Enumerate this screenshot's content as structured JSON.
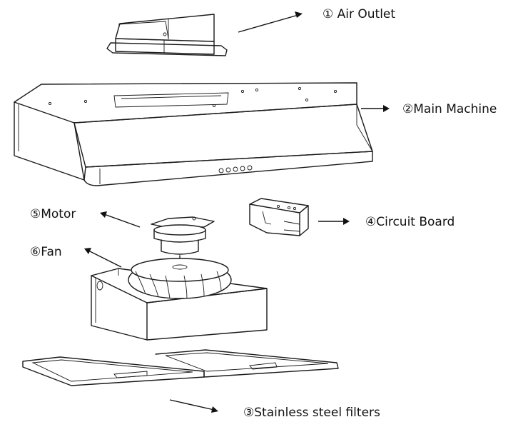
{
  "labels": {
    "air_outlet": "① Air Outlet",
    "main_machine": "②Main Machine",
    "filters": "③Stainless steel filters",
    "circuit_board": "④Circuit Board",
    "motor": "⑤Motor",
    "fan": "⑥Fan"
  }
}
